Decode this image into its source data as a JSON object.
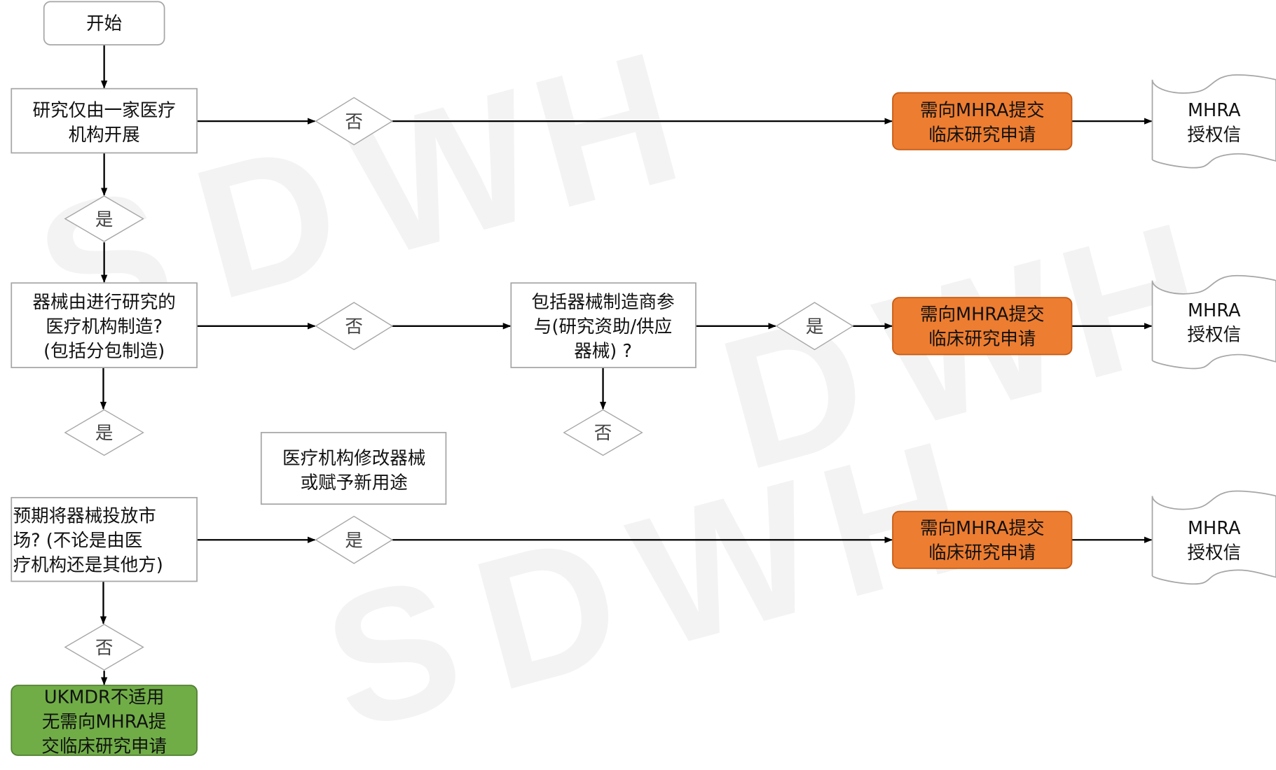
{
  "start": "开始",
  "q1": [
    "研究仅由一家医疗",
    "机构开展"
  ],
  "q2": [
    "器械由进行研究的",
    "医疗机构制造?",
    "(包括分包制造)"
  ],
  "q3": [
    "包括器械制造商参",
    "与(研究资助/供应",
    "器械) ?"
  ],
  "note": [
    "医疗机构修改器械",
    "或赋予新用途"
  ],
  "q4": [
    "预期将器械投放市",
    "场? (不论是由医",
    "疗机构还是其他方)"
  ],
  "yes": "是",
  "no": "否",
  "apply": [
    "需向MHRA提交",
    "临床研究申请"
  ],
  "letter": [
    "MHRA",
    "授权信"
  ],
  "exempt": [
    "UKMDR不适用",
    "无需向MHRA提",
    "交临床研究申请"
  ],
  "watermark": [
    "S",
    "D",
    "W",
    "H"
  ],
  "colors": {
    "orange": "#ed7d31",
    "green": "#70ad47"
  }
}
